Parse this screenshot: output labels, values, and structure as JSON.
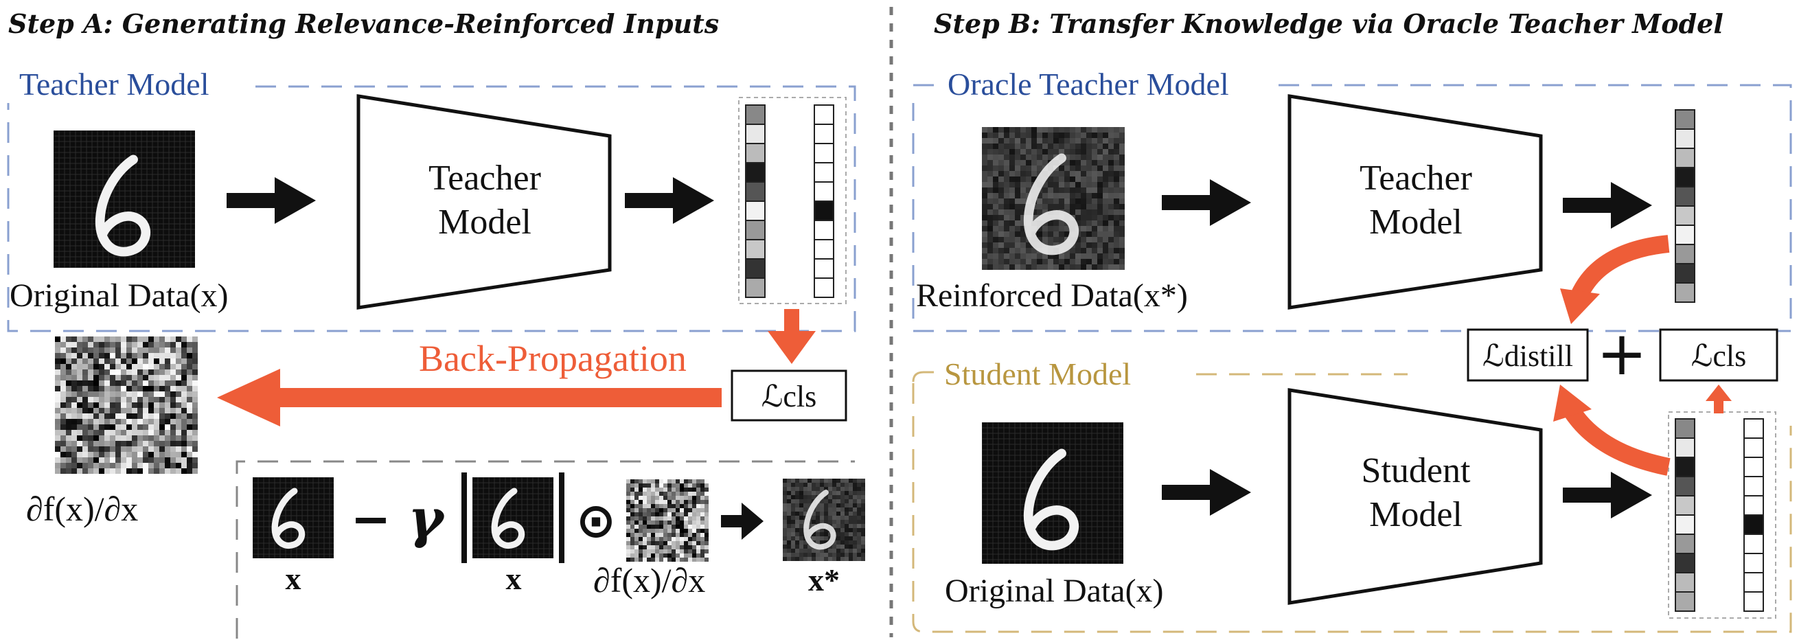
{
  "step_a": {
    "title": "Step A: Generating Relevance-Reinforced Inputs",
    "section_label": "Teacher Model",
    "model_line1": "Teacher",
    "model_line2": "Model",
    "input_caption": "Original Data(x)",
    "loss_label": "ℒcls",
    "backprop_label": "Back-Propagation",
    "gradient_caption": "∂f(x)/∂x",
    "formula": {
      "x1": "x",
      "minus": "−",
      "gamma": "γ",
      "x2": "x",
      "odot": "⊙",
      "grad": "∂f(x)/∂x",
      "xstar": "x*"
    }
  },
  "step_b": {
    "title": "Step B: Transfer Knowledge via Oracle Teacher Model",
    "oracle_label": "Oracle Teacher Model",
    "teacher_line1": "Teacher",
    "teacher_line2": "Model",
    "reinforced_caption": "Reinforced Data(x*)",
    "student_label": "Student Model",
    "student_line1": "Student",
    "student_line2": "Model",
    "student_caption": "Original Data(x)",
    "loss_distill": "ℒdistill",
    "plus": "+",
    "loss_cls": "ℒcls"
  },
  "colors": {
    "teacher_section": "#2a4e9b",
    "student_section": "#b8963f",
    "arrow_accent": "#ee5d38",
    "divider": "#777777"
  }
}
